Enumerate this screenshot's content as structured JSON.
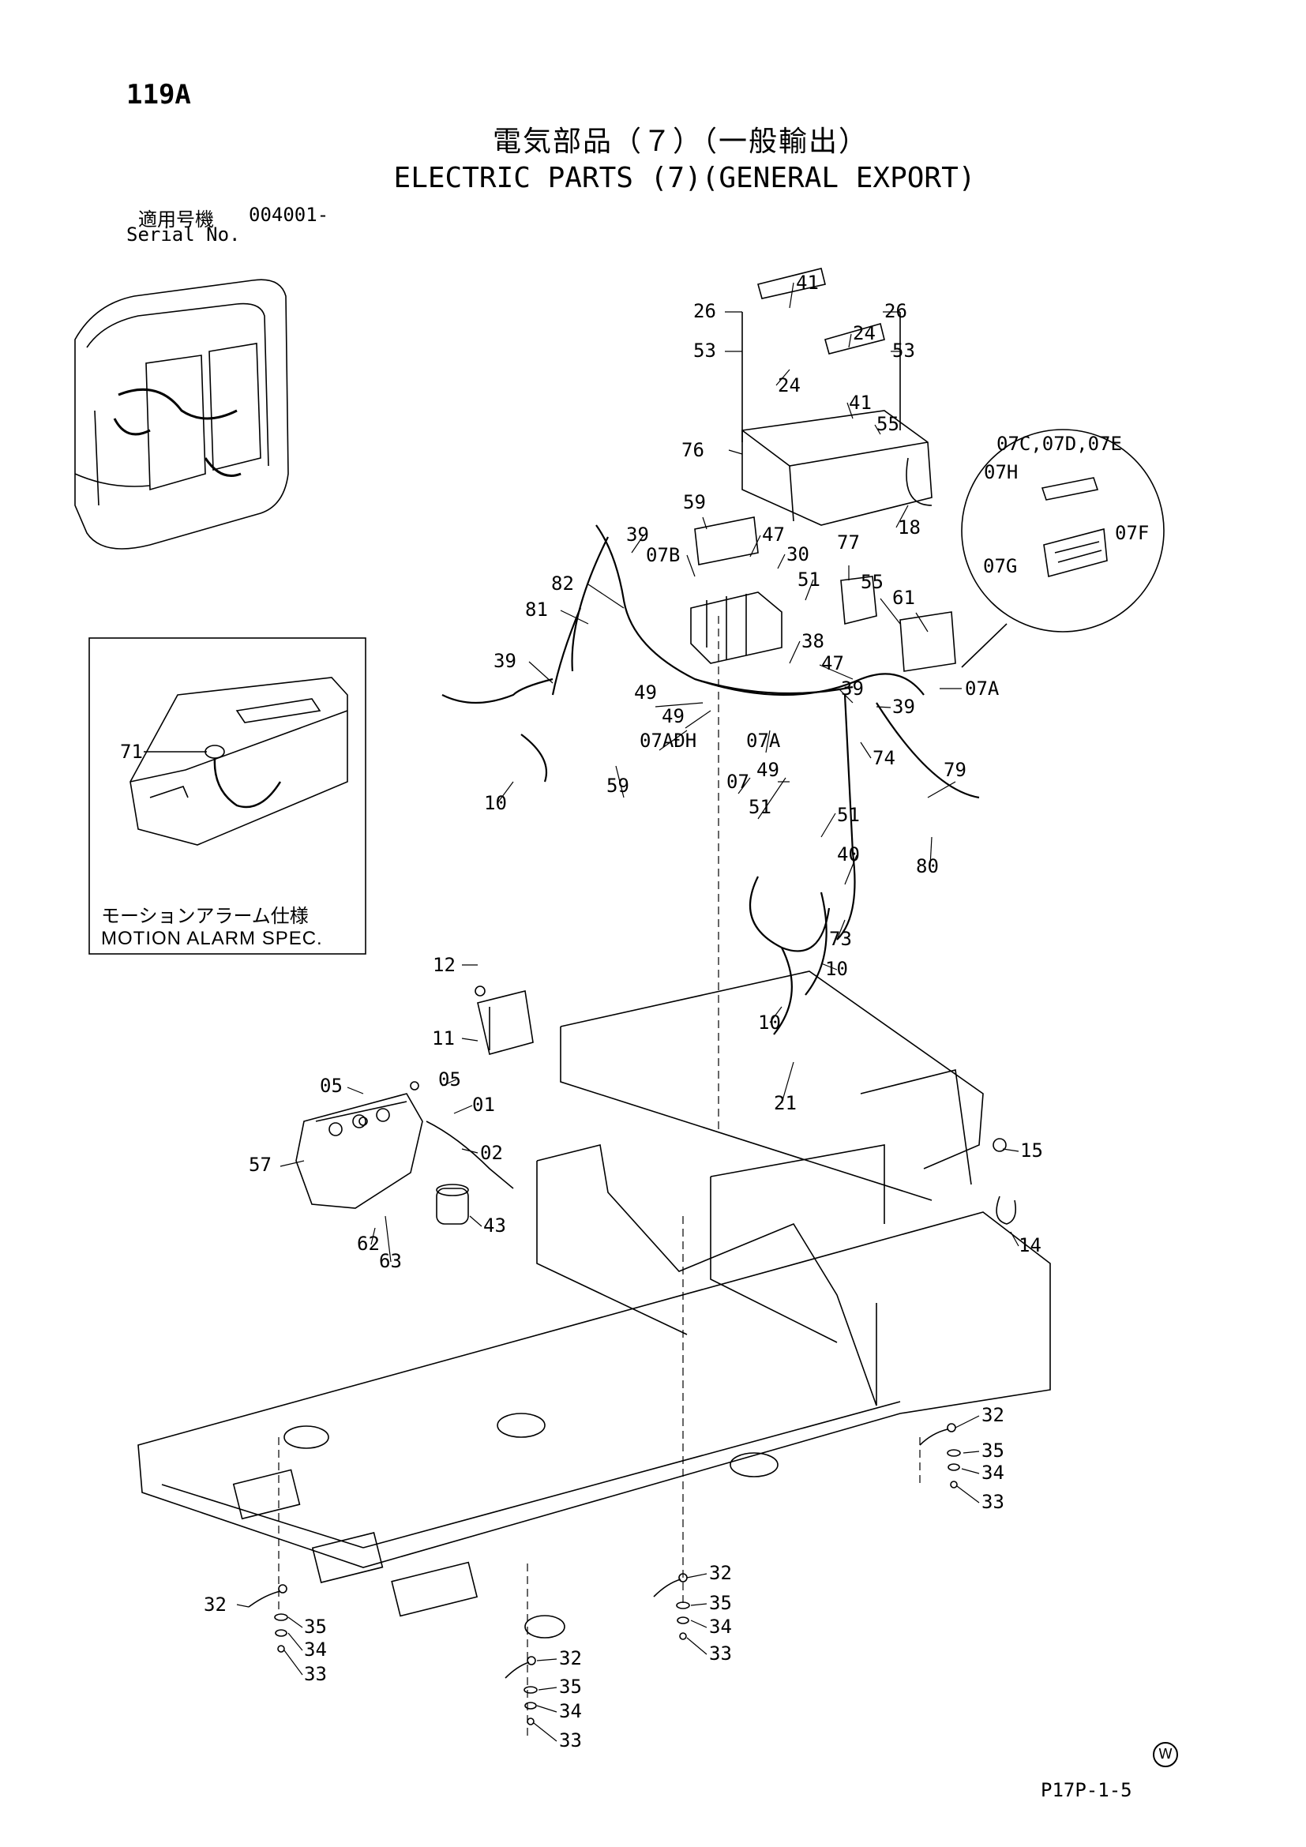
{
  "header": {
    "page_number": "119A",
    "title_jp": "電気部品（７）（一般輸出）",
    "title_en": "ELECTRIC PARTS (7)(GENERAL EXPORT)",
    "serial_label_jp": "適用号機",
    "serial_value": "004001-",
    "serial_label_en": "Serial No."
  },
  "inset": {
    "caption_jp": "モーションアラーム仕様",
    "caption_en": "MOTION ALARM SPEC.",
    "callout": "71"
  },
  "detail_callouts": [
    "07C,07D,07E",
    "07H",
    "07G",
    "07F"
  ],
  "callouts": [
    "41",
    "26",
    "26",
    "53",
    "53",
    "24",
    "24",
    "41",
    "55",
    "76",
    "18",
    "59",
    "39",
    "07B",
    "47",
    "30",
    "77",
    "51",
    "82",
    "81",
    "55",
    "61",
    "38",
    "39",
    "47",
    "07A",
    "39",
    "49",
    "39",
    "49",
    "07AÐH",
    "07A",
    "74",
    "79",
    "07",
    "49",
    "59",
    "10",
    "51",
    "51",
    "40",
    "80",
    "73",
    "10",
    "10",
    "12",
    "11",
    "05",
    "05",
    "01",
    "02",
    "21",
    "15",
    "57",
    "43",
    "62",
    "63",
    "14",
    "32",
    "35",
    "34",
    "33",
    "32",
    "35",
    "34",
    "33",
    "32",
    "35",
    "34",
    "33",
    "32",
    "35",
    "34",
    "33"
  ],
  "footer": {
    "mark": "W",
    "figure_code": "P17P-1-5"
  }
}
